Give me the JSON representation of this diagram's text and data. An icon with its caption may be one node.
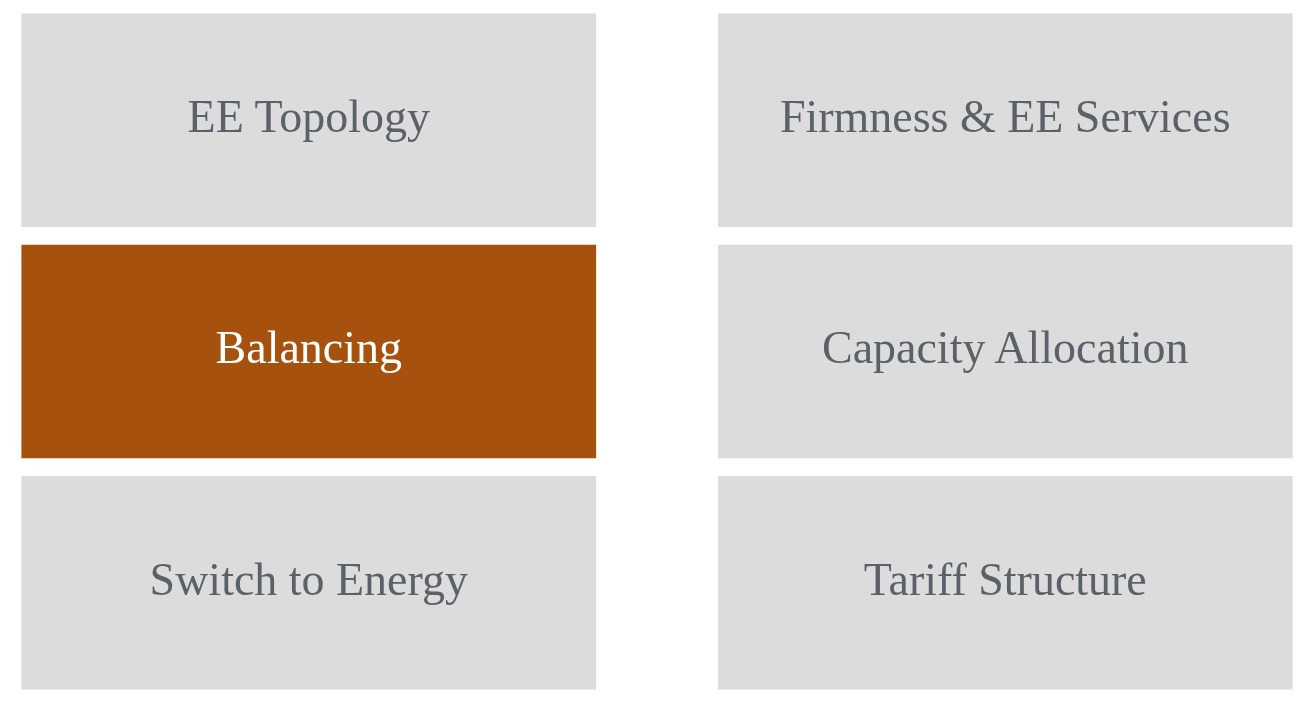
{
  "diagram": {
    "nodes": [
      {
        "text": [
          "EE Topology"
        ]
      },
      {
        "text": [
          "Firmness & EE Services"
        ]
      },
      {
        "text": [
          "Balancing"
        ]
      },
      {
        "text": [
          "Capacity Allocation"
        ]
      },
      {
        "text": [
          "Switch to Energy"
        ]
      },
      {
        "text": [
          "Tariff Structure"
        ]
      }
    ],
    "edges": []
  }
}
